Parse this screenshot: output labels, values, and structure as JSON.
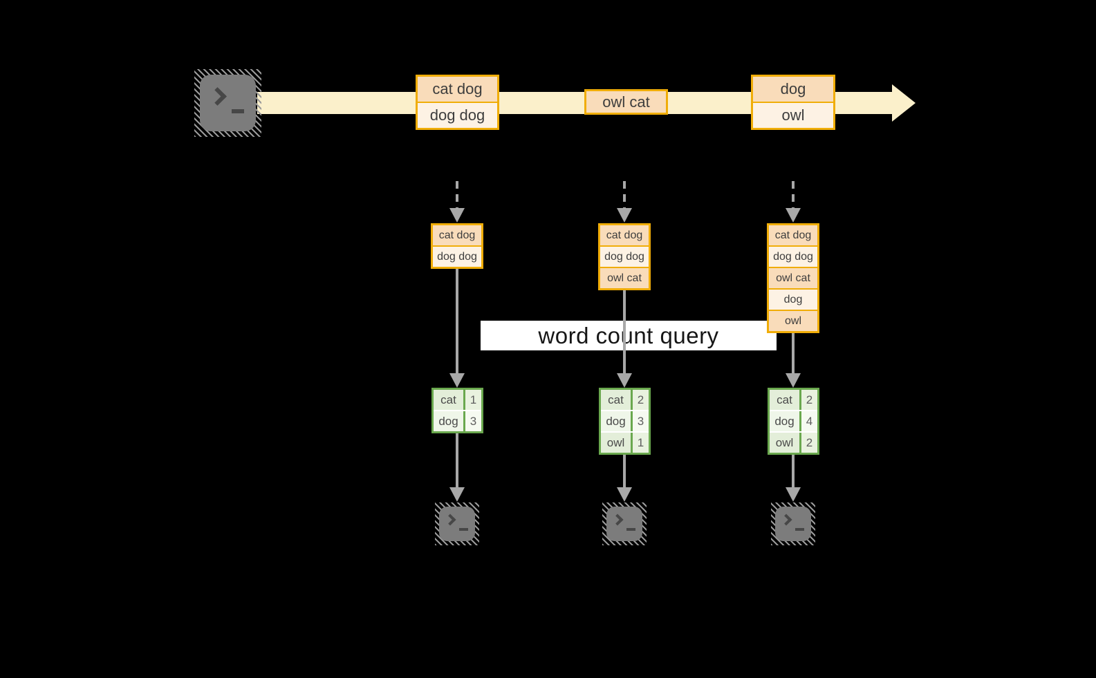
{
  "banner": {
    "label": "word count query"
  },
  "stream": {
    "source_icon": "terminal-icon",
    "events": [
      {
        "lines": [
          "cat dog",
          "dog dog"
        ]
      },
      {
        "lines": [
          "owl cat"
        ]
      },
      {
        "lines": [
          "dog",
          "owl"
        ]
      }
    ]
  },
  "columns": [
    {
      "buffer": [
        "cat dog",
        "dog dog"
      ],
      "counts": [
        {
          "word": "cat",
          "count": "1"
        },
        {
          "word": "dog",
          "count": "3"
        }
      ]
    },
    {
      "buffer": [
        "cat dog",
        "dog dog",
        "owl cat"
      ],
      "counts": [
        {
          "word": "cat",
          "count": "2"
        },
        {
          "word": "dog",
          "count": "3"
        },
        {
          "word": "owl",
          "count": "1"
        }
      ]
    },
    {
      "buffer": [
        "cat dog",
        "dog dog",
        "owl cat",
        "dog",
        "owl"
      ],
      "counts": [
        {
          "word": "cat",
          "count": "2"
        },
        {
          "word": "dog",
          "count": "4"
        },
        {
          "word": "owl",
          "count": "2"
        }
      ]
    }
  ],
  "colors": {
    "background": "#000000",
    "stream_band": "#fbf0cb",
    "amber_border": "#f0ad08",
    "peach_fill": "#f9dcba",
    "cream_fill": "#fdf2e4",
    "green_border": "#6aa84e",
    "green_cell": "#e3eed9",
    "green_cell_light": "#eff6e9",
    "arrow_gray": "#a8a8a8",
    "terminal_gray": "#7c7c7c",
    "banner_bg": "#ffffff"
  }
}
